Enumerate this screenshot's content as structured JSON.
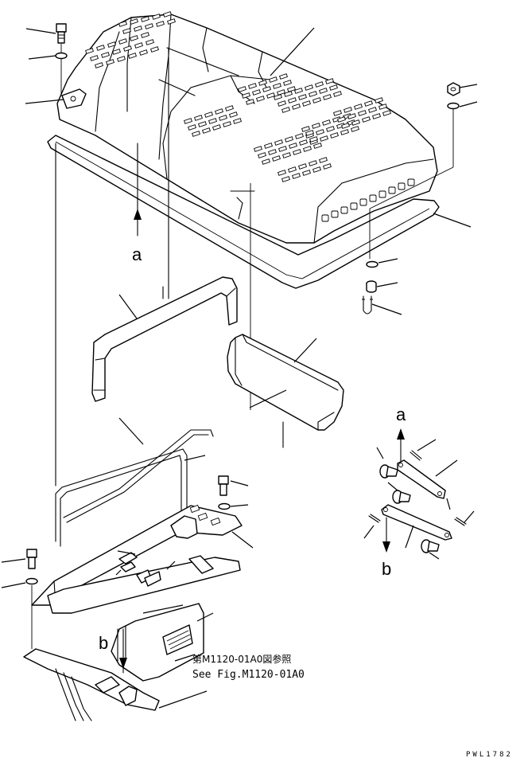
{
  "labels": {
    "view_a_marker": "a",
    "detail_a_marker": "a",
    "detail_b_marker": "b",
    "view_b_marker": "b"
  },
  "reference_note": {
    "japanese": "第M1120-01A0図参照",
    "english": "See Fig.M1120-01A0"
  },
  "drawing_code": "PWL1782",
  "colors": {
    "line": "#000000",
    "background": "#ffffff"
  }
}
